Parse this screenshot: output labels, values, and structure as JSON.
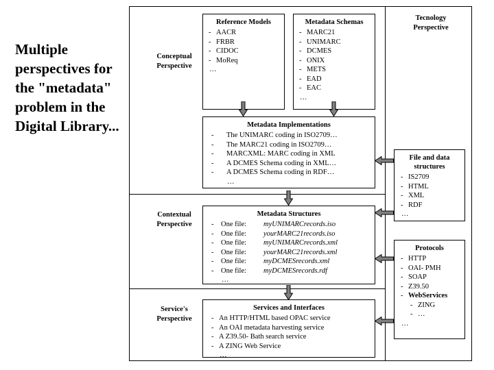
{
  "slide": {
    "title": "Multiple perspectives for the \"metadata\" problem in the Digital Library..."
  },
  "perspectives": {
    "conceptual": "Conceptual\nPerspective",
    "contextual": "Contextual\nPerspective",
    "service": "Service's\nPerspective",
    "technology": "Tecnology\nPerspective"
  },
  "boxes": {
    "reference_models": {
      "title": "Reference Models",
      "items": [
        "AACR",
        "FRBR",
        "CIDOC",
        "MoReq",
        "…"
      ]
    },
    "metadata_schemas": {
      "title": "Metadata Schemas",
      "items": [
        "MARC21",
        "UNIMARC",
        "DCMES",
        "ONIX",
        "METS",
        "EAD",
        "EAC",
        "…"
      ]
    },
    "metadata_implementations": {
      "title": "Metadata Implementations",
      "items": [
        "The UNIMARC coding in ISO2709…",
        "The MARC21 coding in ISO2709…",
        "MARCXML: MARC coding in XML",
        "A DCMES Schema coding in XML…",
        "A DCMES Schema coding in RDF…",
        "…"
      ]
    },
    "metadata_structures": {
      "title": "Metadata Structures",
      "rows": [
        {
          "label": "One file:",
          "file": "myUNIMARCrecords.iso"
        },
        {
          "label": "One file:",
          "file": "yourMARC21records.iso"
        },
        {
          "label": "One file:",
          "file": "myUNIMARCrecords.xml"
        },
        {
          "label": "One file:",
          "file": "yourMARC21records.xml"
        },
        {
          "label": "One file:",
          "file": "myDCMESrecords.xml"
        },
        {
          "label": "One file:",
          "file": "myDCMESrecords.rdf"
        }
      ],
      "ellipsis": "…"
    },
    "services": {
      "title": "Services and Interfaces",
      "items": [
        "An HTTP/HTML based OPAC service",
        "An OAI metadata harvesting service",
        "A Z39.50-  Bath search service",
        "A ZING Web  Service",
        "…"
      ]
    },
    "file_and_data": {
      "title": "File and data\nstructures",
      "items": [
        "IS2709",
        "HTML",
        "XML",
        "RDF",
        "…"
      ]
    },
    "protocols": {
      "title": "Protocols",
      "items": [
        "HTTP",
        "OAI- PMH",
        "SOAP",
        "Z39.50",
        "WebServices"
      ],
      "sub_items": [
        "ZING",
        "…"
      ],
      "ellipsis": "…"
    }
  },
  "colors": {
    "arrow_fill": "#808080",
    "arrow_stroke": "#000000",
    "line": "#000000",
    "background": "#ffffff"
  },
  "arrows": {
    "reference_to_impl": "arrow-down-icon",
    "schemas_to_impl": "arrow-down-icon",
    "impl_to_structures": "arrow-down-icon",
    "structures_to_services": "arrow-down-icon",
    "filedata_to_impl": "arrow-left-icon",
    "filedata_to_structures": "arrow-left-icon",
    "protocols_to_structures": "arrow-left-icon",
    "protocols_to_services": "arrow-left-icon"
  }
}
